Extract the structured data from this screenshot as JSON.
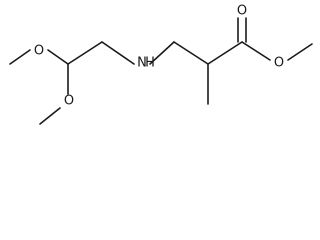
{
  "molecule": {
    "atoms": {
      "o_acetal_1": "O",
      "o_acetal_2": "O",
      "n_amine": "N",
      "h_amine": "H",
      "o_carbonyl": "O",
      "o_ester": "O"
    }
  }
}
